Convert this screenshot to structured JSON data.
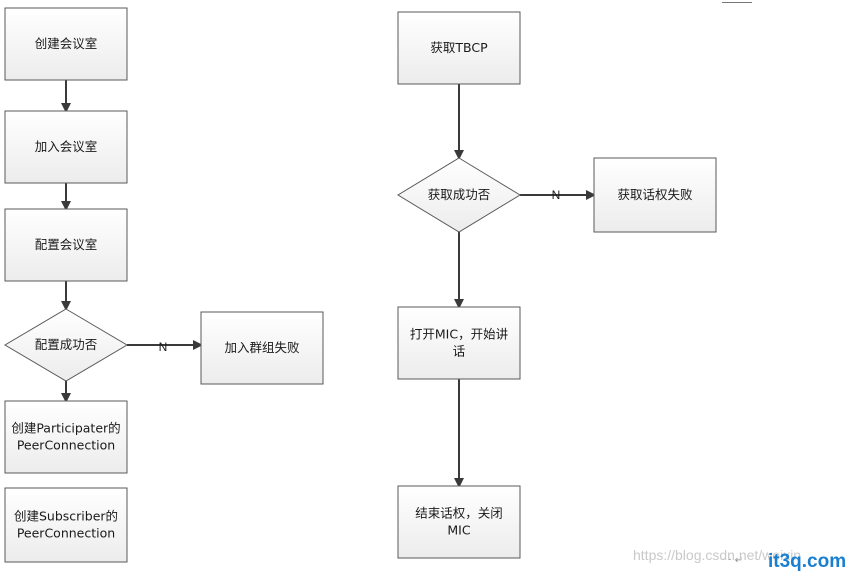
{
  "diagram": {
    "nodes": [
      {
        "id": "create",
        "shape": "box",
        "lines": [
          "创建会议室"
        ]
      },
      {
        "id": "join",
        "shape": "box",
        "lines": [
          "加入会议室"
        ]
      },
      {
        "id": "config",
        "shape": "box",
        "lines": [
          "配置会议室"
        ]
      },
      {
        "id": "config_ok",
        "shape": "diamond",
        "lines": [
          "配置成功否"
        ]
      },
      {
        "id": "join_fail",
        "shape": "box",
        "lines": [
          "加入群组失败"
        ]
      },
      {
        "id": "participater",
        "shape": "box",
        "lines": [
          "创建Participater的",
          "PeerConnection"
        ]
      },
      {
        "id": "subscriber",
        "shape": "box",
        "lines": [
          "创建Subscriber的",
          "PeerConnection"
        ]
      },
      {
        "id": "tbcp",
        "shape": "box",
        "lines": [
          "获取TBCP"
        ]
      },
      {
        "id": "get_ok",
        "shape": "diamond",
        "lines": [
          "获取成功否"
        ]
      },
      {
        "id": "get_fail",
        "shape": "box",
        "lines": [
          "获取话权失败"
        ]
      },
      {
        "id": "open_mic",
        "shape": "box",
        "lines": [
          "打开MIC，开始讲",
          "话"
        ]
      },
      {
        "id": "end",
        "shape": "box",
        "lines": [
          "结束话权，关闭",
          "MIC"
        ]
      }
    ],
    "edges": [
      {
        "from": "create",
        "to": "join",
        "label": ""
      },
      {
        "from": "join",
        "to": "config",
        "label": ""
      },
      {
        "from": "config",
        "to": "config_ok",
        "label": ""
      },
      {
        "from": "config_ok",
        "to": "join_fail",
        "label": "N"
      },
      {
        "from": "config_ok",
        "to": "participater",
        "label": ""
      },
      {
        "from": "tbcp",
        "to": "get_ok",
        "label": ""
      },
      {
        "from": "get_ok",
        "to": "get_fail",
        "label": "N"
      },
      {
        "from": "get_ok",
        "to": "open_mic",
        "label": ""
      },
      {
        "from": "open_mic",
        "to": "end",
        "label": ""
      }
    ]
  },
  "watermark": "https://blog.csdn.net/weixin",
  "brand": "it3q.com",
  "para_mark": "· · ↵"
}
